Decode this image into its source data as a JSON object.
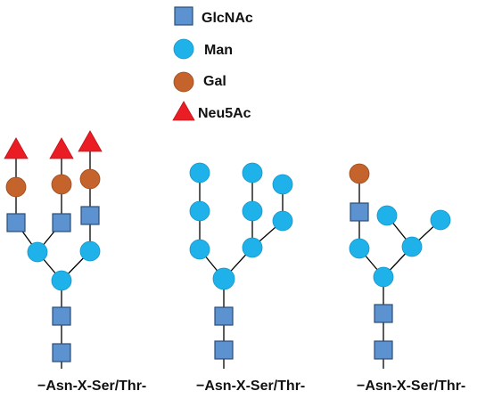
{
  "legend": {
    "items": [
      {
        "shape": "square",
        "icon": "glcnac-square-icon",
        "color": "#5b92cf",
        "label": "GlcNAc"
      },
      {
        "shape": "circle",
        "icon": "man-circle-icon",
        "color": "#1fb2ea",
        "label": "Man"
      },
      {
        "shape": "circle",
        "icon": "gal-circle-icon",
        "color": "#c4632b",
        "label": "Gal"
      },
      {
        "shape": "triangle",
        "icon": "neu5ac-triangle-icon",
        "color": "#ea1c24",
        "label": "Neu5Ac"
      }
    ]
  },
  "structures": [
    {
      "name": "complex-glycan",
      "motif_label": "−Asn-X-Ser/Thr-"
    },
    {
      "name": "high-mannose-glycan",
      "motif_label": "−Asn-X-Ser/Thr-"
    },
    {
      "name": "hybrid-glycan",
      "motif_label": "−Asn-X-Ser/Thr-"
    }
  ]
}
